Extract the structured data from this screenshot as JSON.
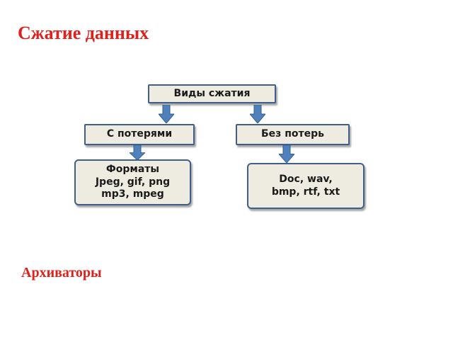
{
  "title": "Сжатие данных",
  "subtitle": "Архиваторы",
  "diagram": {
    "root": "Виды сжатия",
    "lossy": {
      "label": "С потерями",
      "formats": [
        "Форматы",
        "Jpeg, gif, png",
        "mp3, mpeg"
      ]
    },
    "lossless": {
      "label": "Без потерь",
      "formats": [
        "Doc, wav,",
        "bmp, rtf, txt"
      ]
    }
  },
  "colors": {
    "title": "#e0201a",
    "box_fill": "#eeece1",
    "box_border": "#3f5f8a",
    "arrow": "#4f81bd"
  }
}
